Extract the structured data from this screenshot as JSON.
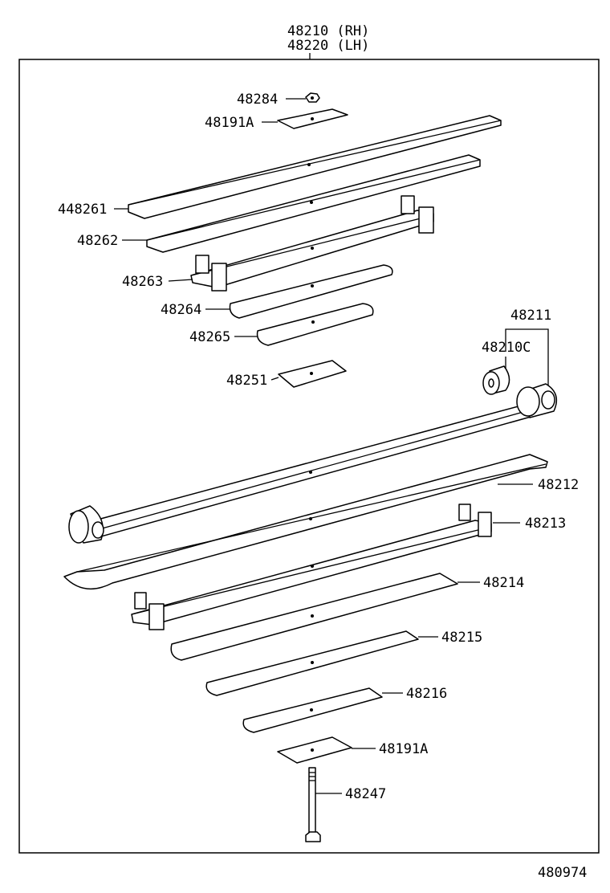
{
  "assembly": {
    "rh": "48210 (RH)",
    "lh": "48220 (LH)"
  },
  "callouts": {
    "nut": "48284",
    "top_clamp_plate": "48191A",
    "leaf_1": "448261",
    "leaf_2": "48262",
    "leaf_3_clip": "48263",
    "leaf_4": "48264",
    "leaf_5": "48265",
    "seat": "48251",
    "main_leaf_group": "48211",
    "bushing": "48210C",
    "second_leaf": "48212",
    "leaf_clip": "48213",
    "leaf_6": "48214",
    "leaf_7": "48215",
    "leaf_8": "48216",
    "bottom_clamp_plate": "48191A",
    "center_bolt": "48247"
  },
  "diagram_id": "480974"
}
